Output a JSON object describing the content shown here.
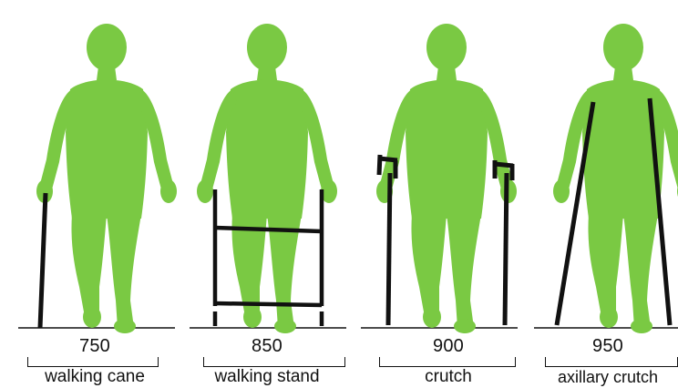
{
  "figure_color": "#7ac943",
  "device_color": "#111111",
  "panels": [
    {
      "width_value": "750",
      "device_name": "walking cane",
      "device_icon": "walking-cane-icon"
    },
    {
      "width_value": "850",
      "device_name": "walking stand",
      "device_icon": "walking-frame-icon"
    },
    {
      "width_value": "900",
      "device_name": "crutch",
      "device_icon": "forearm-crutch-icon"
    },
    {
      "width_value": "950",
      "device_name": "axillary crutch",
      "device_icon": "axillary-crutch-icon"
    }
  ]
}
